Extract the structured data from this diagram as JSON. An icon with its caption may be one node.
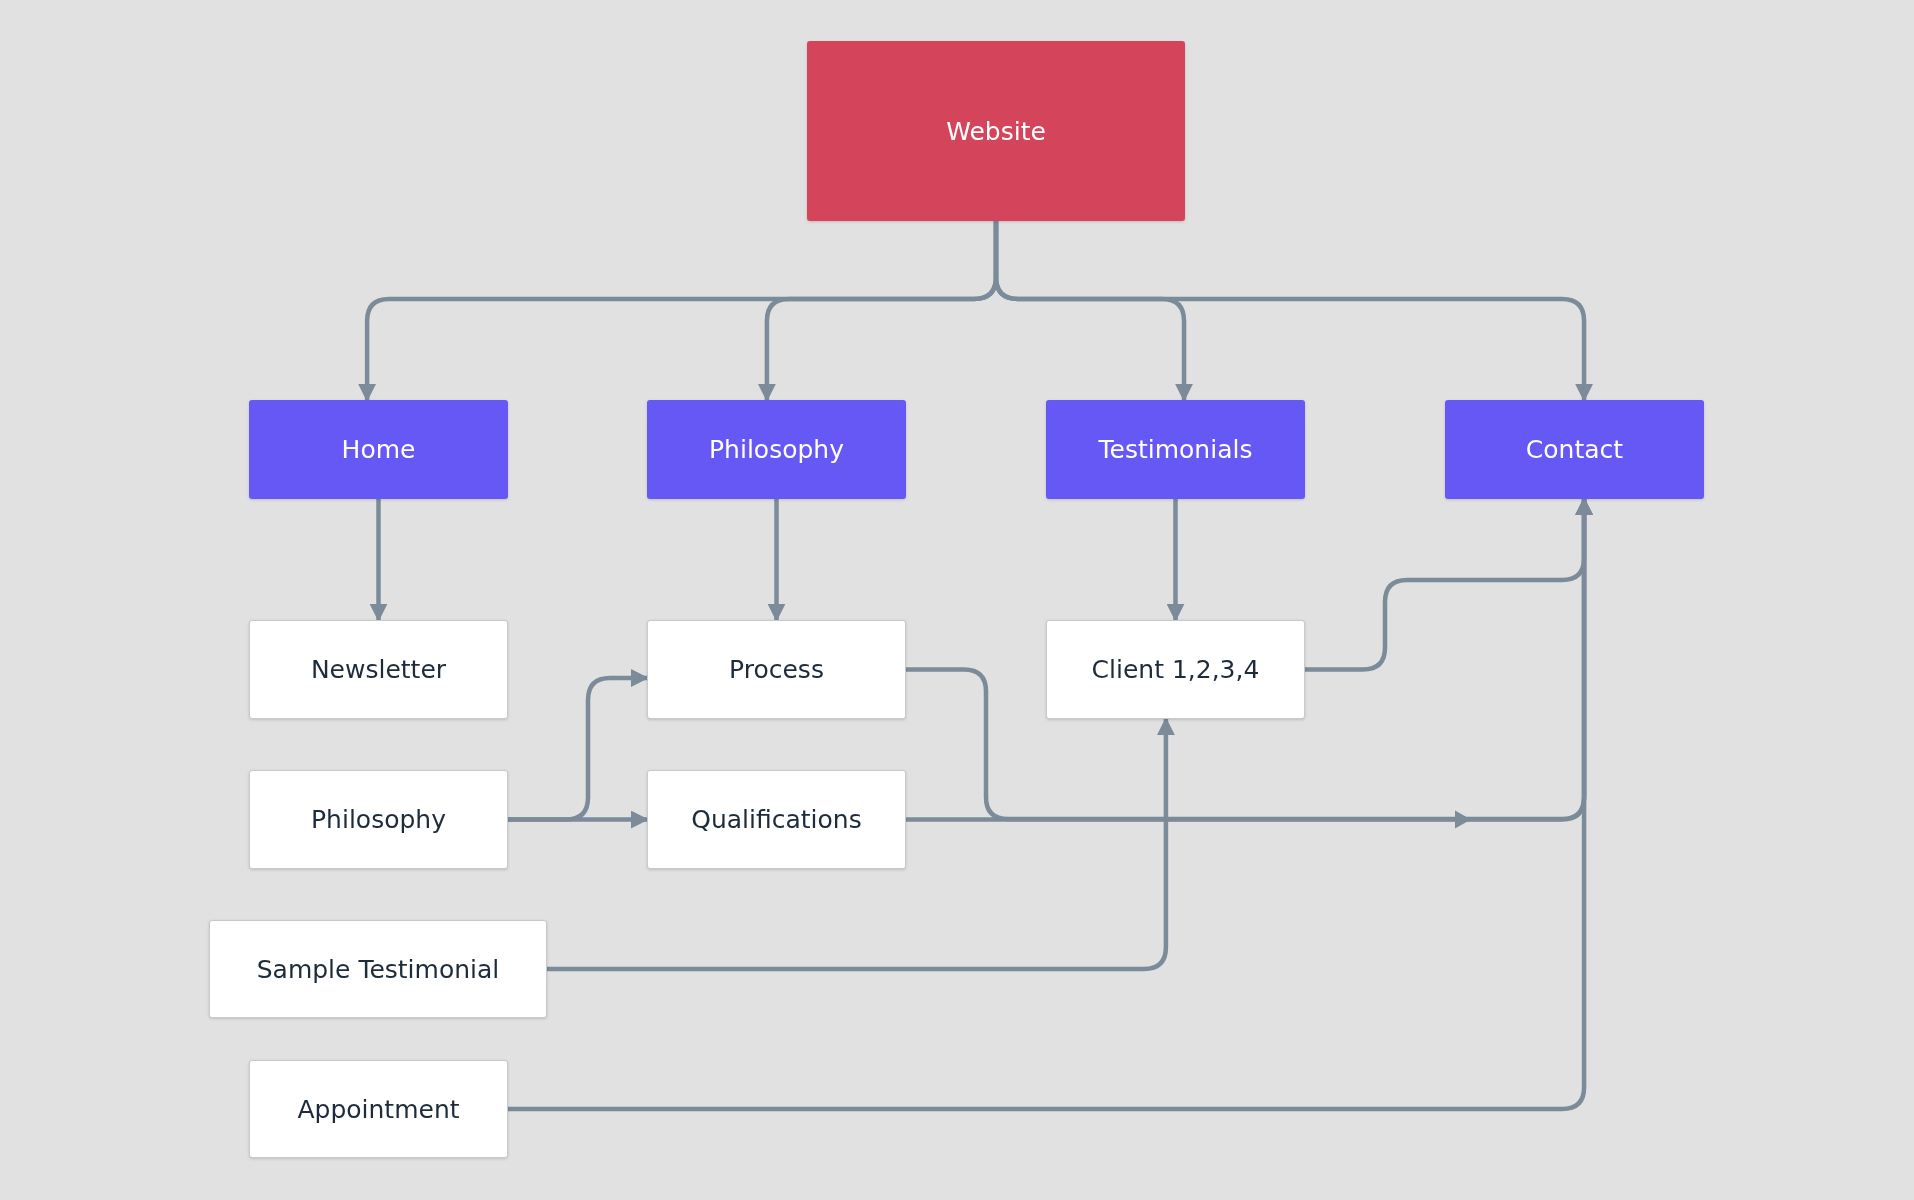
{
  "diagram": {
    "nodes": [
      {
        "text": [
          "Website"
        ]
      },
      {
        "text": [
          "Home"
        ]
      },
      {
        "text": [
          "Philosophy"
        ]
      },
      {
        "text": [
          "Testimonials"
        ]
      },
      {
        "text": [
          "Contact"
        ]
      },
      {
        "text": [
          "Newsletter"
        ]
      },
      {
        "text": [
          "Process"
        ]
      },
      {
        "text": [
          "Client 1,2,3,4"
        ]
      },
      {
        "text": [
          "Philosophy"
        ]
      },
      {
        "text": [
          "Qualifications"
        ]
      },
      {
        "text": [
          "Sample Testimonial"
        ]
      },
      {
        "text": [
          "Appointment"
        ]
      }
    ],
    "edges": [
      {
        "from": 0,
        "to": 1,
        "arrow": "to"
      },
      {
        "from": 0,
        "to": 2,
        "arrow": "to"
      },
      {
        "from": 0,
        "to": 3,
        "arrow": "to"
      },
      {
        "from": 0,
        "to": 4,
        "arrow": "to"
      },
      {
        "from": 1,
        "to": 5,
        "arrow": "to"
      },
      {
        "from": 2,
        "to": 6,
        "arrow": "to"
      },
      {
        "from": 3,
        "to": 7,
        "arrow": "to"
      },
      {
        "from": 8,
        "to": 6,
        "arrow": "to"
      },
      {
        "from": 8,
        "to": 9,
        "arrow": "to"
      },
      {
        "from": 6,
        "to": 4,
        "arrow": "to"
      },
      {
        "from": 9,
        "to": 4,
        "arrow": "to"
      },
      {
        "from": 7,
        "to": 4,
        "arrow": "to"
      },
      {
        "from": 10,
        "to": 7,
        "arrow": "to"
      },
      {
        "from": 11,
        "to": 4,
        "arrow": "to"
      }
    ]
  }
}
